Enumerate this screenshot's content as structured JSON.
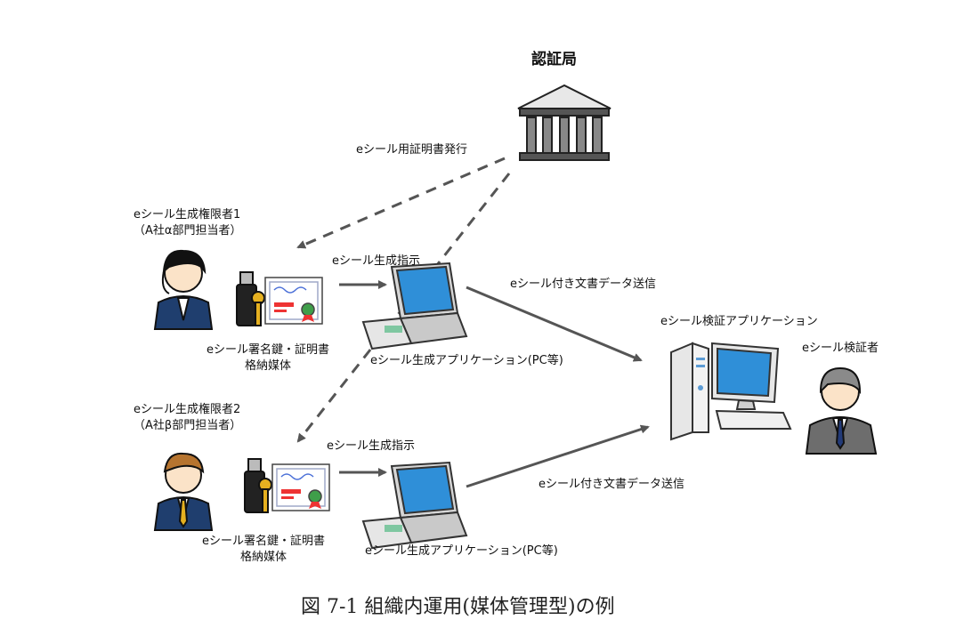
{
  "title": "認証局",
  "cert_issue": "eシール用証明書発行",
  "holder1": {
    "line1": "eシール生成権限者1",
    "line2": "（A社α部門担当者）"
  },
  "holder2": {
    "line1": "eシール生成権限者2",
    "line2": "（A社β部門担当者）"
  },
  "instruction1": "eシール生成指示",
  "instruction2": "eシール生成指示",
  "media1": {
    "line1": "eシール署名鍵・証明書",
    "line2": "格納媒体"
  },
  "media2": {
    "line1": "eシール署名鍵・証明書",
    "line2": "格納媒体"
  },
  "app1": "eシール生成アプリケーション(PC等)",
  "app2": "eシール生成アプリケーション(PC等)",
  "send1": "eシール付き文書データ送信",
  "send2": "eシール付き文書データ送信",
  "verify_app": "eシール検証アプリケーション",
  "verifier": "eシール検証者",
  "caption": "図 7-1 組織内運用(媒体管理型)の例",
  "colors": {
    "arrow": "#555555",
    "dashed": "#555555",
    "screen": "#2f8fd8",
    "suit": "#1f3e6e"
  }
}
